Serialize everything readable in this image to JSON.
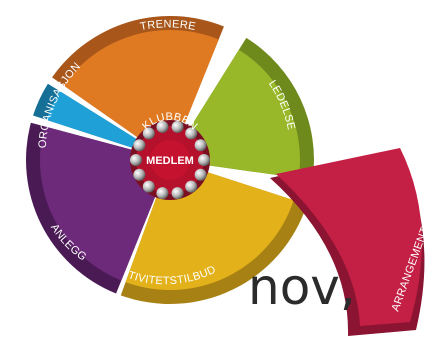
{
  "wheel": {
    "segments": [
      {
        "key": "trenere",
        "label": "TRENERE",
        "color": "#e07a22",
        "rim": "#a8561a"
      },
      {
        "key": "ledelse",
        "label": "LEDELSE",
        "color": "#98b82a",
        "rim": "#6f8a1c"
      },
      {
        "key": "aktivitetstilbud",
        "label": "AKTIVITETSTILBUD",
        "color": "#e3b11a",
        "rim": "#a88115"
      },
      {
        "key": "anlegg",
        "label": "ANLEGG",
        "color": "#6e2a7a",
        "rim": "#4a1a55"
      },
      {
        "key": "organisasjon",
        "label": "ORGANISASJON",
        "color": "#1fa0d6",
        "rim": "#156f96"
      }
    ],
    "detached": {
      "label": "ARRANGEMENT",
      "color": "#c41f45",
      "rim": "#8a1431"
    },
    "hub": {
      "top_label": "KLUBBEN",
      "center_label": "MEDLEM"
    }
  },
  "caption_fragment": "nov,"
}
